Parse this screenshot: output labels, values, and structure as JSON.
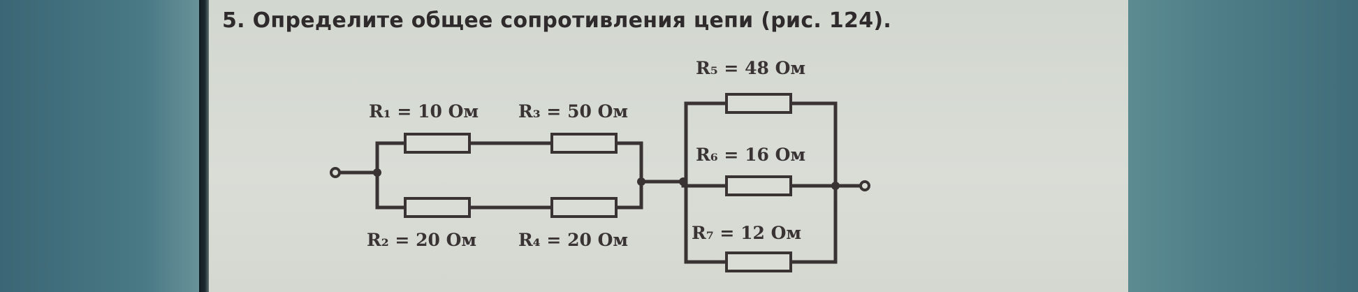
{
  "problem": {
    "title": "5. Определите общее сопротивления цепи (рис. 124)."
  },
  "circuit": {
    "resistors": [
      {
        "id": "R1",
        "label": "R₁ = 10 Ом"
      },
      {
        "id": "R2",
        "label": "R₂ = 20 Ом"
      },
      {
        "id": "R3",
        "label": "R₃ = 50 Ом"
      },
      {
        "id": "R4",
        "label": "R₄ = 20 Ом"
      },
      {
        "id": "R5",
        "label": "R₅ = 48 Ом"
      },
      {
        "id": "R6",
        "label": "R₆ = 16 Ом"
      },
      {
        "id": "R7",
        "label": "R₇ = 12 Ом"
      }
    ]
  },
  "colors": {
    "ink": "#3a3334",
    "paper": "#d9ddd6",
    "background": "#3d6b78"
  }
}
